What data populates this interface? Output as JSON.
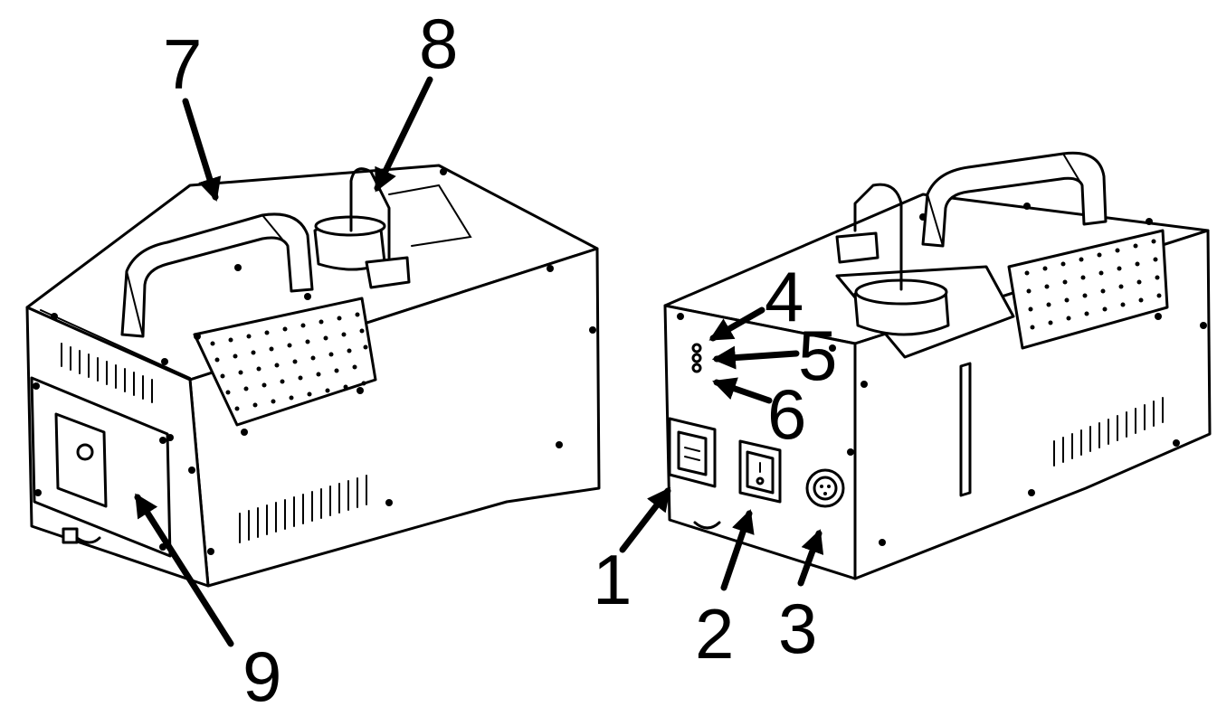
{
  "callouts": {
    "n1": "1",
    "n2": "2",
    "n3": "3",
    "n4": "4",
    "n5": "5",
    "n6": "6",
    "n7": "7",
    "n8": "8",
    "n9": "9"
  },
  "colors": {
    "line": "#000000",
    "background": "#ffffff"
  }
}
